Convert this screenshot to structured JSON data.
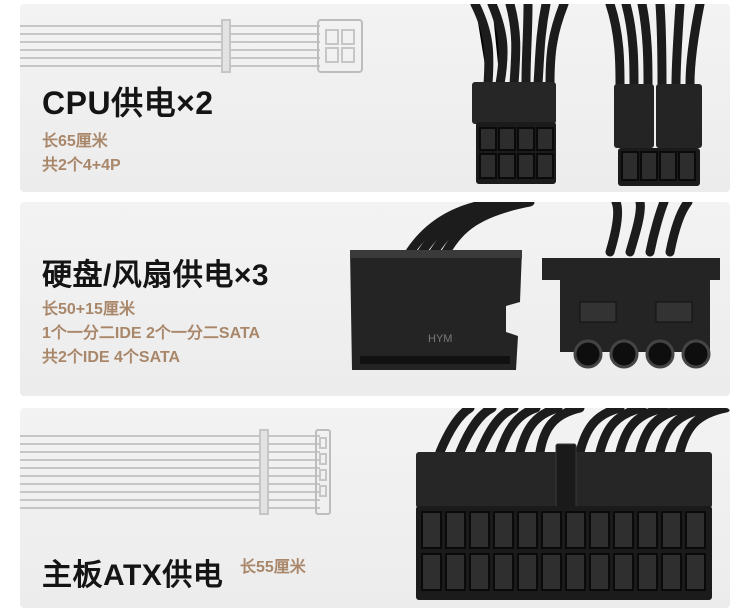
{
  "sections": [
    {
      "title": "CPU供电×2",
      "specs": [
        "长65厘米",
        "共2个4+4P"
      ]
    },
    {
      "title": "硬盘/风扇供电×3",
      "specs": [
        "长50+15厘米",
        "1个一分二IDE 2个一分二SATA",
        "共2个IDE 4个SATA"
      ],
      "connector_mark": "HYM"
    },
    {
      "title": "主板ATX供电",
      "specs": [
        "长55厘米"
      ]
    }
  ],
  "colors": {
    "title": "#141414",
    "spec": "#a9876a",
    "panel": "#efefef",
    "cable": "#1a1a1a"
  }
}
